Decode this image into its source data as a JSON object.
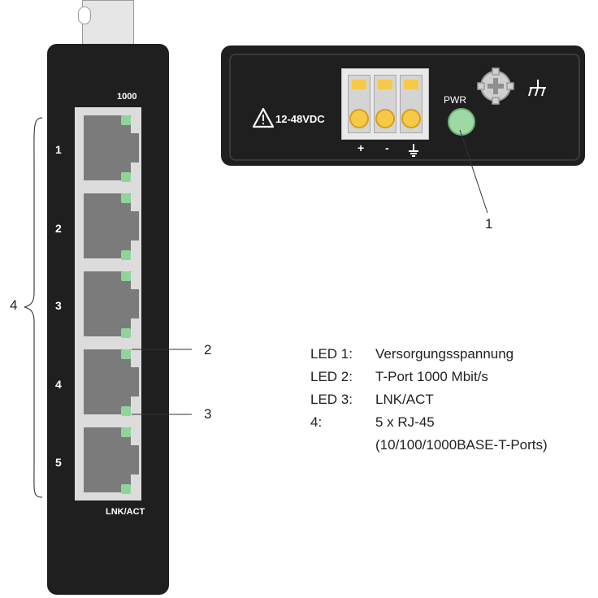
{
  "front_panel": {
    "speed_label": "1000",
    "activity_label": "LNK/ACT",
    "port_numbers": [
      "1",
      "2",
      "3",
      "4",
      "5"
    ]
  },
  "rear_panel": {
    "voltage_label": "12-48VDC",
    "power_label": "PWR",
    "terminal_labels": [
      "+",
      "-"
    ]
  },
  "callouts": {
    "c1": "1",
    "c2": "2",
    "c3": "3",
    "c4": "4"
  },
  "legend": [
    {
      "key": "LED 1:",
      "text": "Versorgungsspannung"
    },
    {
      "key": "LED 2:",
      "text": "T-Port 1000 Mbit/s"
    },
    {
      "key": "LED 3:",
      "text": "LNK/ACT"
    },
    {
      "key": "4:",
      "text": "5 x RJ-45"
    },
    {
      "key": "",
      "text": "(10/100/1000BASE-T-Ports)"
    }
  ],
  "colors": {
    "housing": "#1f1f1f",
    "port": "#7b7b7b",
    "led_green": "#8fd49a",
    "terminal_yellow": "#f7c948"
  }
}
